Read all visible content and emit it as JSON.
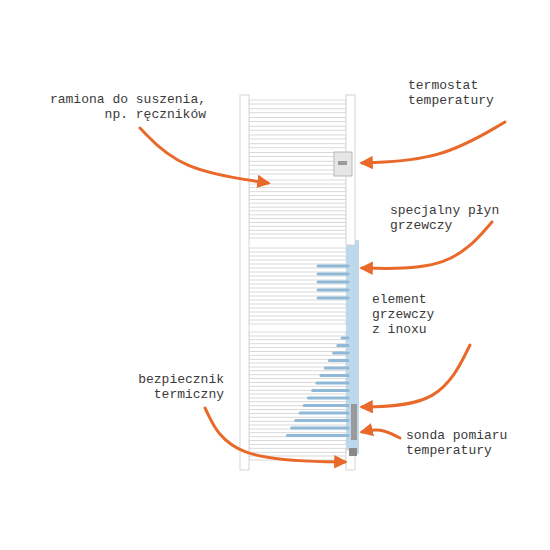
{
  "diagram": {
    "labels": [
      "ramiona do suszenia, np. ręczników",
      "termostat temperatury",
      "specjalny płyn grzewczy",
      "element grzewczy z inoxu",
      "bezpiecznik termiczny",
      "sonda pomiaru temperatury"
    ]
  }
}
